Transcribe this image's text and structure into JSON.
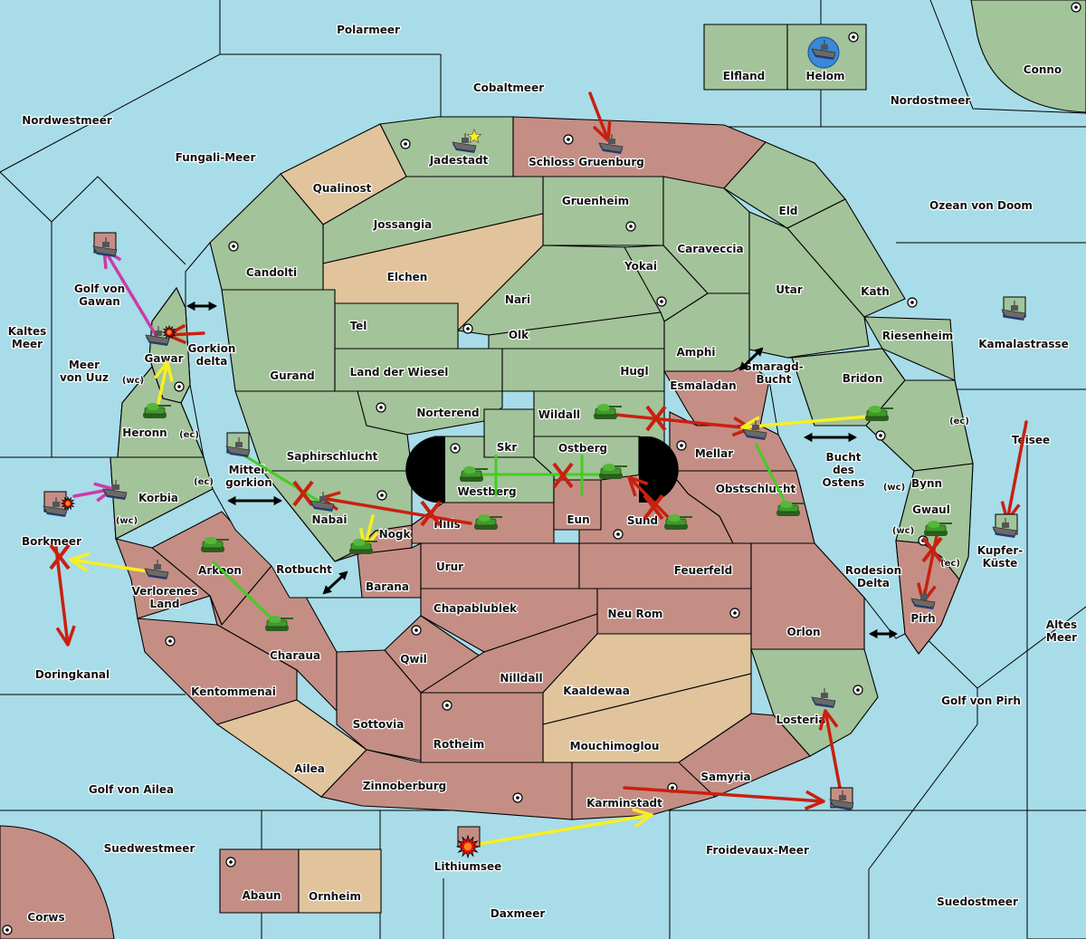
{
  "colors": {
    "sea": "#a8dce8",
    "neutral_land": "#a3c39a",
    "power_red": "#c48e85",
    "power_tan": "#e1c49c",
    "order_move_red": "#c82010",
    "order_support_yellow": "#f7f020",
    "order_convoy_green": "#44cc22",
    "order_retreat_magenta": "#cc3aa8",
    "unit_tank": "#3d9b2a",
    "unit_ship": "#6a6a6a"
  },
  "seas": [
    {
      "id": "polarmeer",
      "name": "Polarmeer"
    },
    {
      "id": "cobaltmeer",
      "name": "Cobaltmeer"
    },
    {
      "id": "nordwestmeer",
      "name": "Nordwestmeer"
    },
    {
      "id": "fungali",
      "name": "Fungali-Meer"
    },
    {
      "id": "nordostmeer",
      "name": "Nordostmeer"
    },
    {
      "id": "ozean",
      "name": "Ozean von Doom"
    },
    {
      "id": "golfgawan",
      "name": "Golf von\nGawan"
    },
    {
      "id": "kaltes",
      "name": "Kaltes\nMeer"
    },
    {
      "id": "uuz",
      "name": "Meer\nvon Uuz"
    },
    {
      "id": "gorkiondelta",
      "name": "Gorkion\ndelta"
    },
    {
      "id": "mittelgorkion",
      "name": "Mittel-\ngorkion"
    },
    {
      "id": "rotbucht",
      "name": "Rotbucht"
    },
    {
      "id": "borkmeer",
      "name": "Borkmeer"
    },
    {
      "id": "doringkanal",
      "name": "Doringkanal"
    },
    {
      "id": "golfailea",
      "name": "Golf von Ailea"
    },
    {
      "id": "suedwestmeer",
      "name": "Suedwestmeer"
    },
    {
      "id": "lithiumsee",
      "name": "Lithiumsee"
    },
    {
      "id": "daxmeer",
      "name": "Daxmeer"
    },
    {
      "id": "froidevaux",
      "name": "Froidevaux-Meer"
    },
    {
      "id": "suedostmeer",
      "name": "Suedostmeer"
    },
    {
      "id": "golfpirh",
      "name": "Golf von Pirh"
    },
    {
      "id": "altes",
      "name": "Altes\nMeer"
    },
    {
      "id": "kupfer",
      "name": "Kupfer-\nKüste"
    },
    {
      "id": "teisee",
      "name": "Teisee"
    },
    {
      "id": "kamala",
      "name": "Kamalastrasse"
    },
    {
      "id": "rodesion",
      "name": "Rodesion\nDelta"
    },
    {
      "id": "buchtostens",
      "name": "Bucht\ndes\nOstens"
    },
    {
      "id": "smaragd",
      "name": "Smaragd-\nBucht"
    }
  ],
  "territories": [
    {
      "id": "elfland",
      "name": "Elfland",
      "owner": "neutral",
      "sc": false
    },
    {
      "id": "helom",
      "name": "Helom",
      "owner": "neutral",
      "sc": true
    },
    {
      "id": "conno",
      "name": "Conno",
      "owner": "neutral",
      "sc": true
    },
    {
      "id": "jadestadt",
      "name": "Jadestadt",
      "owner": "neutral",
      "sc": true
    },
    {
      "id": "schloss",
      "name": "Schloss Gruenburg",
      "owner": "red",
      "sc": true
    },
    {
      "id": "qualinost",
      "name": "Qualinost",
      "owner": "tan",
      "sc": false
    },
    {
      "id": "gruenheim",
      "name": "Gruenheim",
      "owner": "neutral",
      "sc": true
    },
    {
      "id": "jossangia",
      "name": "Jossangia",
      "owner": "neutral",
      "sc": false
    },
    {
      "id": "elchen",
      "name": "Elchen",
      "owner": "tan",
      "sc": false
    },
    {
      "id": "candolti",
      "name": "Candolti",
      "owner": "neutral",
      "sc": true
    },
    {
      "id": "eld",
      "name": "Eld",
      "owner": "neutral",
      "sc": false
    },
    {
      "id": "caraveccia",
      "name": "Caraveccia",
      "owner": "neutral",
      "sc": false
    },
    {
      "id": "yokai",
      "name": "Yokai",
      "owner": "neutral",
      "sc": true
    },
    {
      "id": "nari",
      "name": "Nari",
      "owner": "neutral",
      "sc": false
    },
    {
      "id": "olk",
      "name": "Olk",
      "owner": "neutral",
      "sc": false
    },
    {
      "id": "tel",
      "name": "Tel",
      "owner": "neutral",
      "sc": true
    },
    {
      "id": "utar",
      "name": "Utar",
      "owner": "neutral",
      "sc": false
    },
    {
      "id": "kath",
      "name": "Kath",
      "owner": "neutral",
      "sc": true
    },
    {
      "id": "riesenheim",
      "name": "Riesenheim",
      "owner": "neutral",
      "sc": false
    },
    {
      "id": "gurand",
      "name": "Gurand",
      "owner": "neutral",
      "sc": false
    },
    {
      "id": "landwiesel",
      "name": "Land der Wiesel",
      "owner": "neutral",
      "sc": false
    },
    {
      "id": "hugl",
      "name": "Hugl",
      "owner": "neutral",
      "sc": false
    },
    {
      "id": "amphi",
      "name": "Amphi",
      "owner": "neutral",
      "sc": false
    },
    {
      "id": "bridon",
      "name": "Bridon",
      "owner": "neutral",
      "sc": true
    },
    {
      "id": "gawar",
      "name": "Gawar",
      "owner": "neutral",
      "sc": true
    },
    {
      "id": "heronn",
      "name": "Heronn",
      "owner": "neutral",
      "sc": false
    },
    {
      "id": "korbia",
      "name": "Korbia",
      "owner": "neutral",
      "sc": false
    },
    {
      "id": "norterend",
      "name": "Norterend",
      "owner": "neutral",
      "sc": true
    },
    {
      "id": "saphir",
      "name": "Saphirschlucht",
      "owner": "neutral",
      "sc": false
    },
    {
      "id": "nabai",
      "name": "Nabai",
      "owner": "neutral",
      "sc": true
    },
    {
      "id": "wildall",
      "name": "Wildall",
      "owner": "neutral",
      "sc": false
    },
    {
      "id": "skr",
      "name": "Skr",
      "owner": "neutral",
      "sc": false
    },
    {
      "id": "westberg",
      "name": "Westberg",
      "owner": "neutral",
      "sc": true
    },
    {
      "id": "ostberg",
      "name": "Ostberg",
      "owner": "neutral",
      "sc": false
    },
    {
      "id": "esmaladan",
      "name": "Esmaladan",
      "owner": "red",
      "sc": false
    },
    {
      "id": "mellar",
      "name": "Mellar",
      "owner": "red",
      "sc": true
    },
    {
      "id": "obstschlucht",
      "name": "Obstschlucht",
      "owner": "red",
      "sc": false
    },
    {
      "id": "bynn",
      "name": "Bynn",
      "owner": "neutral",
      "sc": false
    },
    {
      "id": "gwaul",
      "name": "Gwaul",
      "owner": "neutral",
      "sc": false
    },
    {
      "id": "pirh",
      "name": "Pirh",
      "owner": "red",
      "sc": true
    },
    {
      "id": "hills",
      "name": "Hills",
      "owner": "red",
      "sc": false
    },
    {
      "id": "eun",
      "name": "Eun",
      "owner": "red",
      "sc": false
    },
    {
      "id": "sund",
      "name": "Sund",
      "owner": "red",
      "sc": true
    },
    {
      "id": "nogk",
      "name": "Nogk",
      "owner": "red",
      "sc": false
    },
    {
      "id": "arkoon",
      "name": "Arkoon",
      "owner": "red",
      "sc": false
    },
    {
      "id": "verlorenes",
      "name": "Verlorenes\nLand",
      "owner": "red",
      "sc": false
    },
    {
      "id": "barana",
      "name": "Barana",
      "owner": "red",
      "sc": false
    },
    {
      "id": "urur",
      "name": "Urur",
      "owner": "red",
      "sc": false
    },
    {
      "id": "feuerfeld",
      "name": "Feuerfeld",
      "owner": "red",
      "sc": false
    },
    {
      "id": "chapablublek",
      "name": "Chapablublek",
      "owner": "red",
      "sc": false
    },
    {
      "id": "neurom",
      "name": "Neu Rom",
      "owner": "red",
      "sc": true
    },
    {
      "id": "orlon",
      "name": "Orlon",
      "owner": "red",
      "sc": false
    },
    {
      "id": "charaua",
      "name": "Charaua",
      "owner": "red",
      "sc": false
    },
    {
      "id": "qwil",
      "name": "Qwil",
      "owner": "red",
      "sc": true
    },
    {
      "id": "nilldall",
      "name": "Nilldall",
      "owner": "red",
      "sc": false
    },
    {
      "id": "kaaldewaa",
      "name": "Kaaldewaa",
      "owner": "tan",
      "sc": false
    },
    {
      "id": "mouchimoglou",
      "name": "Mouchimoglou",
      "owner": "tan",
      "sc": false
    },
    {
      "id": "kentommenai",
      "name": "Kentommenai",
      "owner": "red",
      "sc": true
    },
    {
      "id": "sottovia",
      "name": "Sottovia",
      "owner": "red",
      "sc": false
    },
    {
      "id": "rotheim",
      "name": "Rotheim",
      "owner": "red",
      "sc": true
    },
    {
      "id": "losteria",
      "name": "Losteria",
      "owner": "neutral",
      "sc": true
    },
    {
      "id": "ailea",
      "name": "Ailea",
      "owner": "tan",
      "sc": false
    },
    {
      "id": "zinnoberburg",
      "name": "Zinnoberburg",
      "owner": "red",
      "sc": true
    },
    {
      "id": "samyria",
      "name": "Samyria",
      "owner": "red",
      "sc": false
    },
    {
      "id": "karminstadt",
      "name": "Karminstadt",
      "owner": "red",
      "sc": true
    },
    {
      "id": "abaun",
      "name": "Abaun",
      "owner": "red",
      "sc": true
    },
    {
      "id": "ornheim",
      "name": "Ornheim",
      "owner": "tan",
      "sc": false
    },
    {
      "id": "corws",
      "name": "Corws",
      "owner": "red",
      "sc": true
    }
  ],
  "coast_markers": [
    {
      "id": "gawar-wc",
      "text": "(wc)"
    },
    {
      "id": "heronn-ec",
      "text": "(ec)"
    },
    {
      "id": "korbia-ec",
      "text": "(ec)"
    },
    {
      "id": "korbia-wc",
      "text": "(wc)"
    },
    {
      "id": "bynn-ec",
      "text": "(ec)"
    },
    {
      "id": "bynn-wc",
      "text": "(wc)"
    },
    {
      "id": "gwaul-wc",
      "text": "(wc)"
    },
    {
      "id": "gwaul-ec",
      "text": "(ec)"
    }
  ],
  "units": [
    {
      "type": "fleet",
      "location": "Jadestadt",
      "owner": "neutral",
      "note": "star"
    },
    {
      "type": "fleet",
      "location": "Schloss Gruenburg",
      "owner": "neutral"
    },
    {
      "type": "fleet",
      "location": "Helom",
      "owner": "neutral",
      "note": "highlighted"
    },
    {
      "type": "fleet",
      "location": "Golf von Gawan",
      "owner": "red",
      "note": "dislodged"
    },
    {
      "type": "fleet",
      "location": "Gawar",
      "owner": "neutral",
      "note": "attacked"
    },
    {
      "type": "army",
      "location": "Heronn",
      "owner": "neutral"
    },
    {
      "type": "fleet",
      "location": "Mittel-gorkion",
      "owner": "neutral",
      "note": "dislodged"
    },
    {
      "type": "fleet",
      "location": "Korbia",
      "owner": "neutral"
    },
    {
      "type": "fleet",
      "location": "Borkmeer",
      "owner": "red",
      "note": "dislodged attacked"
    },
    {
      "type": "fleet",
      "location": "Nabai",
      "owner": "neutral"
    },
    {
      "type": "army",
      "location": "Nogk",
      "owner": "neutral"
    },
    {
      "type": "army",
      "location": "Hills",
      "owner": "neutral"
    },
    {
      "type": "army",
      "location": "Westberg",
      "owner": "neutral"
    },
    {
      "type": "army",
      "location": "Ostberg",
      "owner": "neutral"
    },
    {
      "type": "army",
      "location": "Sund",
      "owner": "neutral"
    },
    {
      "type": "army",
      "location": "Wildall",
      "owner": "neutral"
    },
    {
      "type": "fleet",
      "location": "Mellar",
      "owner": "neutral"
    },
    {
      "type": "army",
      "location": "Obstschlucht",
      "owner": "neutral"
    },
    {
      "type": "army",
      "location": "Bridon",
      "owner": "neutral"
    },
    {
      "type": "army",
      "location": "Arkoon",
      "owner": "neutral"
    },
    {
      "type": "army",
      "location": "Charaua",
      "owner": "neutral"
    },
    {
      "type": "fleet",
      "location": "Verlorenes Land",
      "owner": "neutral"
    },
    {
      "type": "army",
      "location": "Gwaul",
      "owner": "neutral"
    },
    {
      "type": "fleet",
      "location": "Pirh",
      "owner": "neutral"
    },
    {
      "type": "fleet",
      "location": "Kupfer-Küste",
      "owner": "neutral",
      "note": "dislodged"
    },
    {
      "type": "fleet",
      "location": "Kamalastrasse",
      "owner": "neutral",
      "note": "dislodged"
    },
    {
      "type": "fleet",
      "location": "Losteria",
      "owner": "neutral"
    },
    {
      "type": "fleet",
      "location": "Froidevaux-Meer",
      "owner": "red",
      "note": "dislodged"
    },
    {
      "type": "fleet",
      "location": "Lithiumsee",
      "owner": "red",
      "note": "destroyed"
    }
  ],
  "orders": [
    {
      "kind": "move",
      "from": "Cobaltmeer",
      "to": "Schloss Gruenburg",
      "color": "red"
    },
    {
      "kind": "retreat",
      "from": "Gawar",
      "to": "Golf von Gawan",
      "color": "magenta"
    },
    {
      "kind": "move",
      "from": "Gorkion delta",
      "to": "Gawar",
      "color": "red"
    },
    {
      "kind": "support",
      "from": "Heronn",
      "to": "Gawar",
      "color": "yellow"
    },
    {
      "kind": "retreat",
      "from": "Borkmeer",
      "to": "Korbia",
      "color": "magenta"
    },
    {
      "kind": "move",
      "from": "Borkmeer",
      "to": "Doringkanal",
      "color": "red",
      "failed": true
    },
    {
      "kind": "support",
      "from": "Verlorenes Land",
      "to": "Borkmeer",
      "color": "yellow"
    },
    {
      "kind": "convoy",
      "from": "Mittel-gorkion",
      "to": "Nabai",
      "color": "green",
      "failed": true
    },
    {
      "kind": "move",
      "from": "Hills",
      "to": "Nabai",
      "color": "red",
      "failed": true
    },
    {
      "kind": "support",
      "from": "Nogk",
      "to": "Nabai",
      "color": "yellow"
    },
    {
      "kind": "convoy",
      "from": "Westberg",
      "to": "Ostberg",
      "color": "green",
      "failed": true
    },
    {
      "kind": "move",
      "from": "Sund",
      "to": "Ostberg",
      "color": "red",
      "failed": true
    },
    {
      "kind": "move",
      "from": "Wildall",
      "to": "Mellar",
      "color": "red",
      "failed": true
    },
    {
      "kind": "support",
      "from": "Bridon",
      "to": "Mellar",
      "color": "yellow"
    },
    {
      "kind": "convoy",
      "from": "Obstschlucht",
      "to": "Mellar",
      "color": "green",
      "failed": true
    },
    {
      "kind": "convoy",
      "from": "Charaua",
      "to": "Arkoon",
      "color": "green",
      "failed": true
    },
    {
      "kind": "move",
      "from": "Gwaul",
      "to": "Pirh",
      "color": "red",
      "failed": true
    },
    {
      "kind": "move",
      "from": "Teisee",
      "to": "Kupfer-Küste",
      "color": "red"
    },
    {
      "kind": "move",
      "from": "Froidevaux-Meer",
      "to": "Losteria",
      "color": "red"
    },
    {
      "kind": "move",
      "from": "Karminstadt",
      "to": "Froidevaux-Meer",
      "color": "red"
    },
    {
      "kind": "support",
      "from": "Lithiumsee",
      "to": "Karminstadt",
      "color": "yellow"
    }
  ],
  "canals": [
    {
      "between": "Candolti-Gawar"
    },
    {
      "between": "Mittel-gorkion"
    },
    {
      "between": "Rotbucht"
    },
    {
      "between": "Smaragd-Bucht"
    },
    {
      "between": "Bucht des Ostens"
    },
    {
      "between": "Rodesion Delta"
    }
  ]
}
